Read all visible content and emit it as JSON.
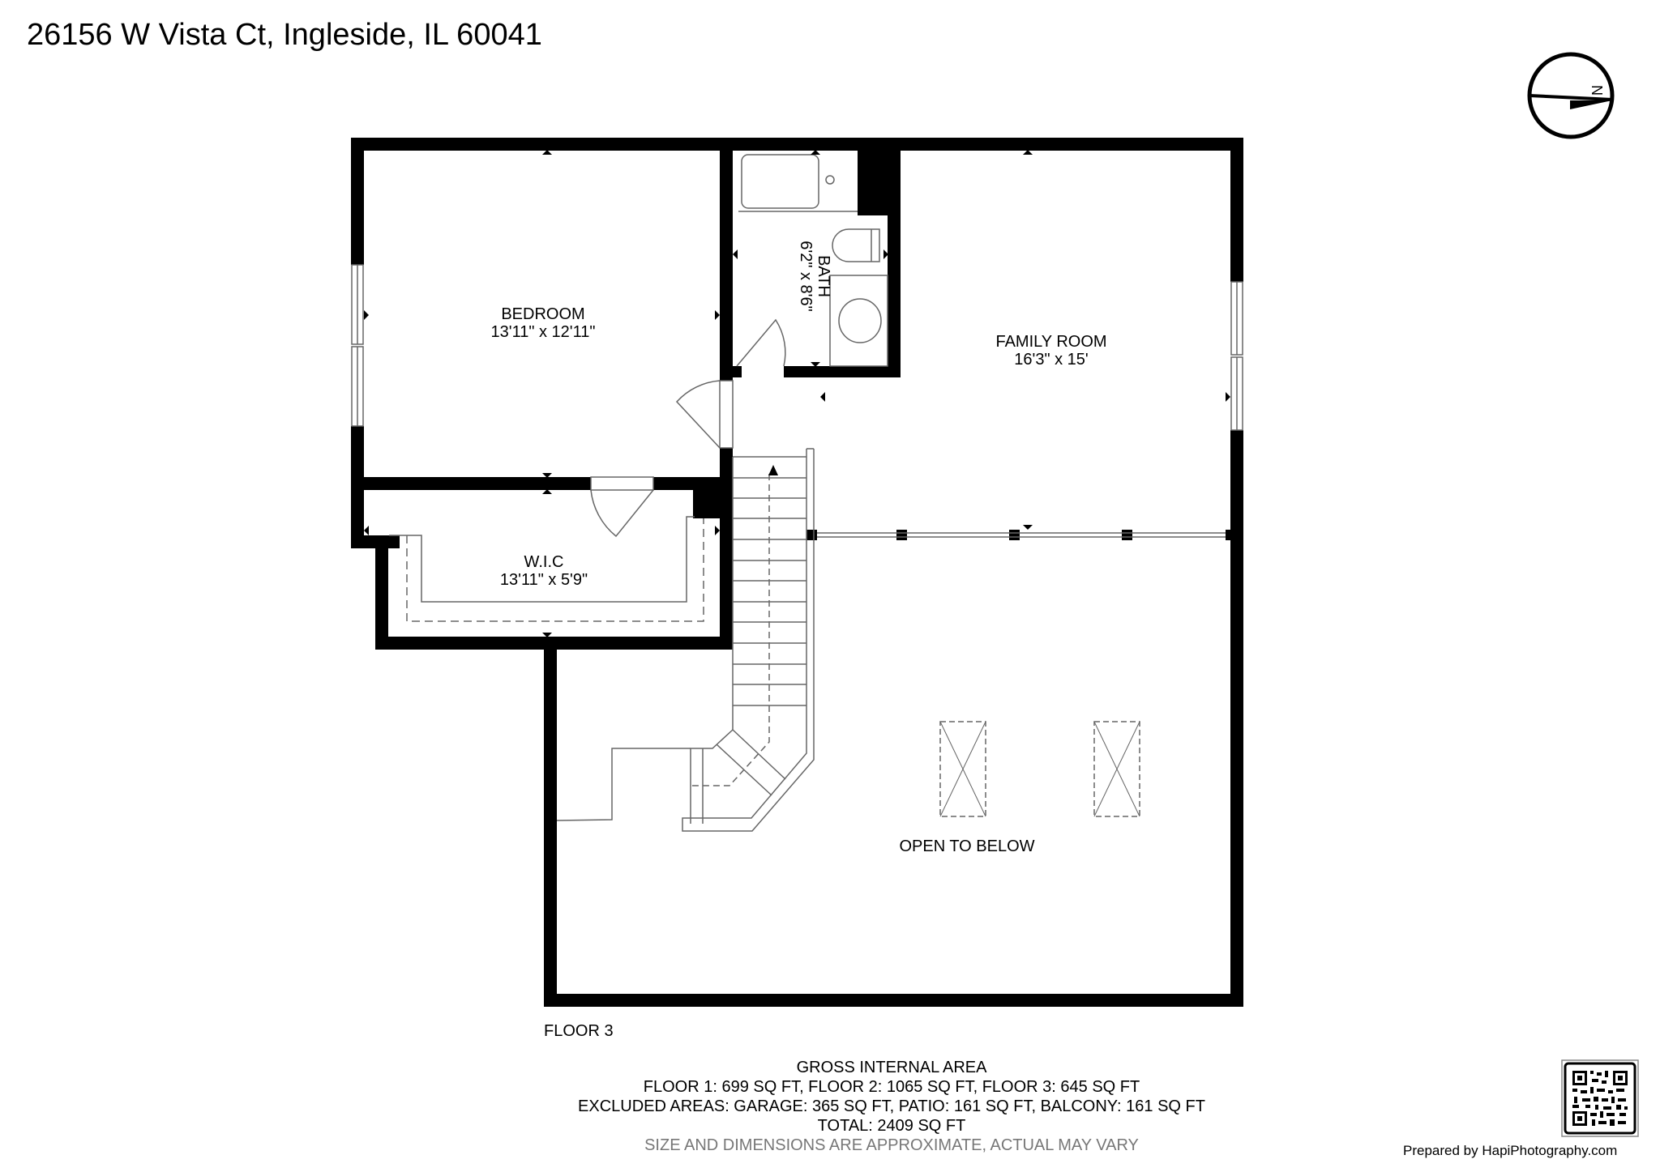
{
  "header": {
    "address": "26156 W Vista Ct, Ingleside, IL 60041"
  },
  "compass": {
    "icon": "north-arrow-icon",
    "label": "N"
  },
  "rooms": [
    {
      "name": "BEDROOM",
      "dimensions": "13'11\" x 12'11\""
    },
    {
      "name": "BATH",
      "dimensions": "6'2\" x 8'6\""
    },
    {
      "name": "FAMILY ROOM",
      "dimensions": "16'3\" x 15'"
    },
    {
      "name": "W.I.C",
      "dimensions": "13'11\" x 5'9\""
    },
    {
      "name": "OPEN TO BELOW",
      "dimensions": ""
    }
  ],
  "floor_label": "FLOOR 3",
  "area_summary": {
    "title": "GROSS INTERNAL AREA",
    "floors": "FLOOR 1: 699 SQ FT, FLOOR 2: 1065 SQ FT, FLOOR 3: 645 SQ FT",
    "excluded": "EXCLUDED AREAS: GARAGE: 365 SQ FT, PATIO: 161 SQ FT, BALCONY: 161 SQ FT",
    "total": "TOTAL: 2409 SQ FT",
    "disclaimer": "SIZE AND DIMENSIONS ARE APPROXIMATE, ACTUAL MAY VARY"
  },
  "footer": {
    "credit": "Prepared by HapiPhotography.com",
    "qr_icon": "qr-code-icon"
  },
  "colors": {
    "wall": "#000000",
    "fixture_line": "#666666",
    "disclaimer": "#777777",
    "background": "#ffffff"
  }
}
